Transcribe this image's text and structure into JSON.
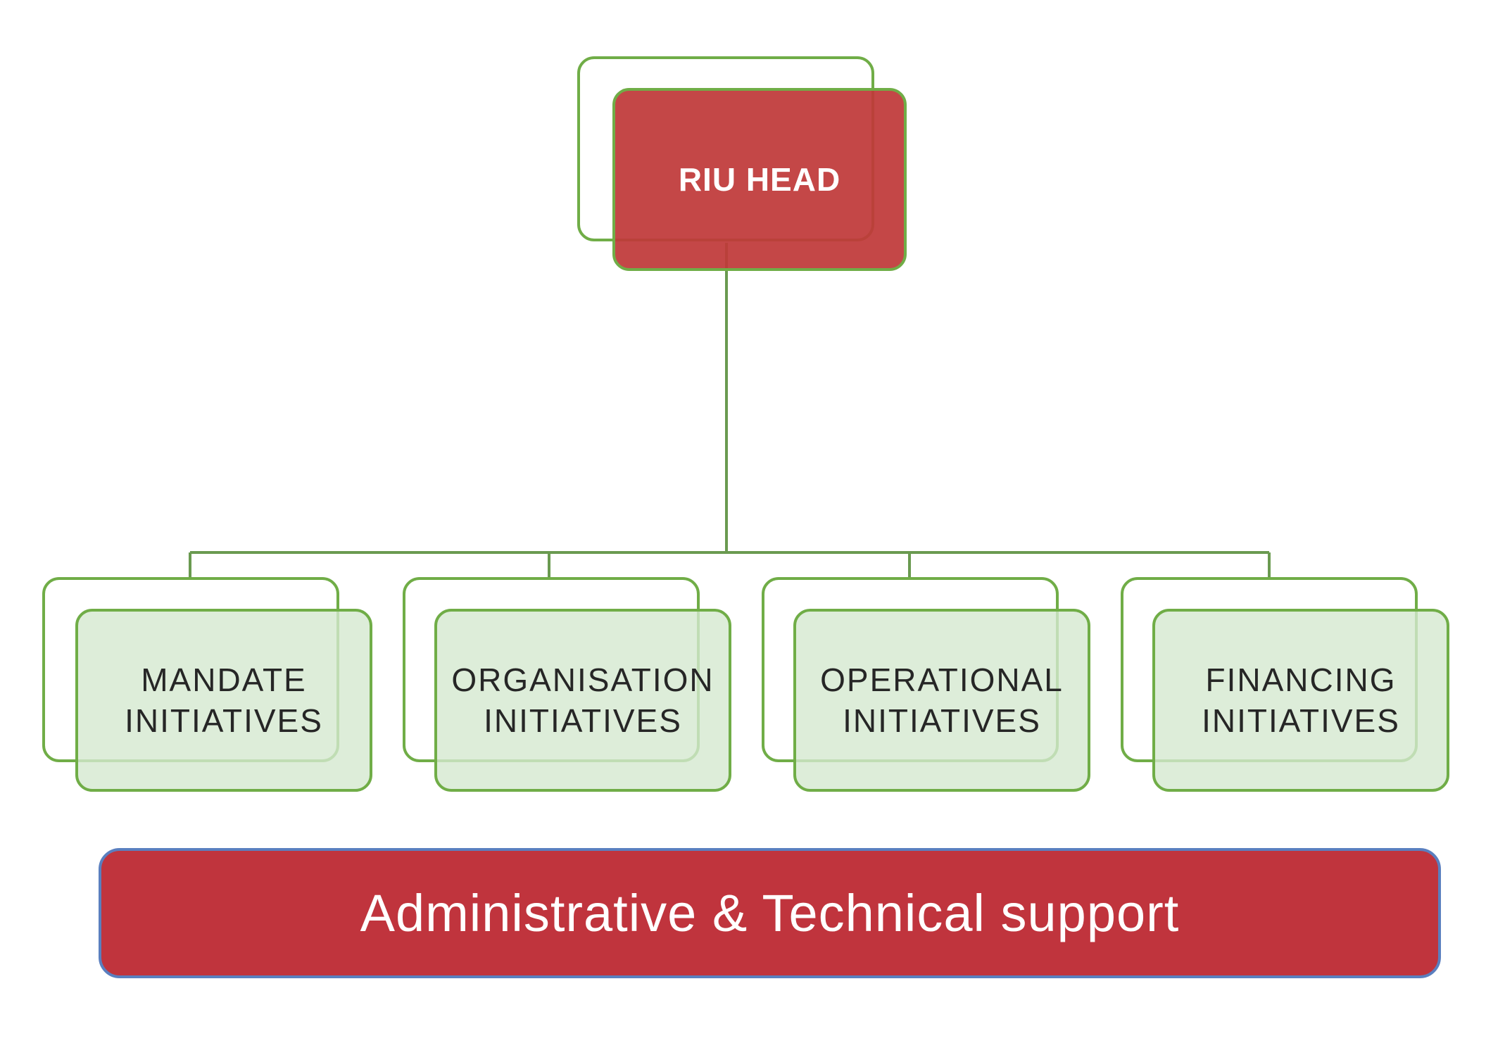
{
  "colors": {
    "line_green": "#70ad47",
    "head_red": "#c0504d",
    "initiative_fill": "#d4e8d0",
    "support_red": "#c0343d",
    "support_border": "#5a7fbf"
  },
  "head": {
    "label": "RIU HEAD"
  },
  "initiatives": [
    {
      "label": "MANDATE\nINITIATIVES"
    },
    {
      "label": "ORGANISATION\nINITIATIVES"
    },
    {
      "label": "OPERATIONAL\nINITIATIVES"
    },
    {
      "label": "FINANCING\nINITIATIVES"
    }
  ],
  "support": {
    "label": "Administrative & Technical support"
  }
}
